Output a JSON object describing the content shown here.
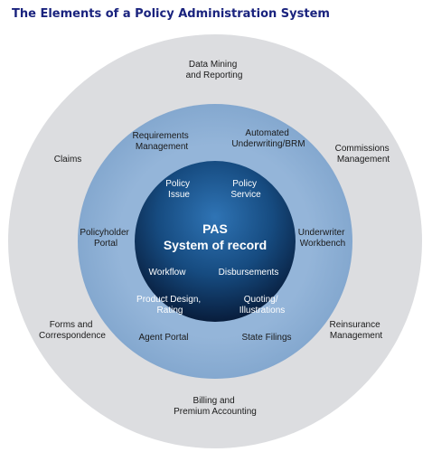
{
  "title": "The Elements of a Policy Administration System",
  "core": {
    "line1": "PAS",
    "line2": "System of record"
  },
  "outer_ring": {
    "data_mining": [
      "Data Mining",
      "and Reporting"
    ],
    "claims": [
      "Claims"
    ],
    "commissions": [
      "Commissions",
      "Management"
    ],
    "forms": [
      "Forms and",
      "Correspondence"
    ],
    "reinsurance": [
      "Reinsurance",
      "Management"
    ],
    "billing": [
      "Billing and",
      "Premium Accounting"
    ]
  },
  "middle_ring": {
    "requirements": [
      "Requirements",
      "Management"
    ],
    "underwriting": [
      "Automated",
      "Underwriting/BRM"
    ],
    "policyholder": [
      "Policyholder",
      "Portal"
    ],
    "workbench": [
      "Underwriter",
      "Workbench"
    ],
    "agent_portal": [
      "Agent Portal"
    ],
    "state_filings": [
      "State Filings"
    ]
  },
  "inner_core": {
    "policy_issue": [
      "Policy",
      "Issue"
    ],
    "policy_service": [
      "Policy",
      "Service"
    ],
    "workflow": [
      "Workflow"
    ],
    "disbursements": [
      "Disbursements"
    ],
    "product_design": [
      "Product Design,",
      "Rating"
    ],
    "quoting": [
      "Quoting/",
      "Illustrations"
    ]
  },
  "colors": {
    "outer_ring": "#dcdde0",
    "middle_ring": "#8fb1d6",
    "core_light": "#2a6aa8",
    "core_dark": "#0a2142",
    "title": "#1a237e"
  }
}
